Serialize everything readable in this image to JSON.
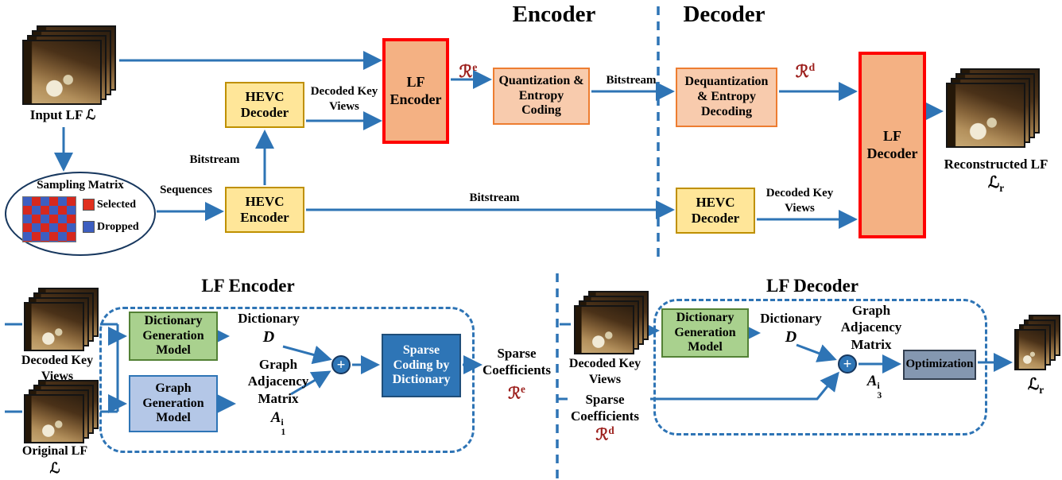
{
  "palette": {
    "arrow_blue": "#2E74B5",
    "hevc_box_fill": "#FFE699",
    "entropy_box_fill": "#F8CBAD",
    "lf_codec_fill": "#F4B183",
    "lf_codec_border": "#FE0000",
    "dictionary_model_fill": "#A9D18E",
    "graph_model_fill": "#B4C7E7",
    "sparse_coding_fill": "#2E75B6",
    "optimization_fill": "#8497B0",
    "selected_red": "#E0301E",
    "dropped_blue": "#3D5EC0"
  },
  "top": {
    "encoder_title": "Encoder",
    "decoder_title": "Decoder",
    "input_lf_label": "Input LF",
    "l_symbol": "ℒ",
    "sampling_matrix": {
      "title": "Sampling Matrix",
      "selected_label": "Selected",
      "dropped_label": "Dropped"
    },
    "sequences_label": "Sequences",
    "bitstream_up_label": "Bitstream",
    "hevc_decoder_label": "HEVC Decoder",
    "hevc_encoder_label": "HEVC Encoder",
    "decoded_key_views_label": "Decoded Key Views",
    "lf_encoder_label": "LF Encoder",
    "r_e": {
      "base": "ℛ",
      "sup": "e"
    },
    "quantization_label": "Quantization & Entropy Coding",
    "bitstream_mid_label": "Bitstream",
    "dequantization_label": "Dequantization & Entropy Decoding",
    "r_d": {
      "base": "ℛ",
      "sup": "d"
    },
    "lf_decoder_label": "LF Decoder",
    "bitstream_long_label": "Bitstream",
    "hevc_decoder2_label": "HEVC Decoder",
    "decoded_key_views2_label": "Decoded Key Views",
    "reconstructed_lf_label": "Reconstructed LF",
    "l_r": {
      "base": "ℒ",
      "sub": "r"
    }
  },
  "bottom_encoder": {
    "title": "LF Encoder",
    "decoded_key_views_label": "Decoded Key Views",
    "original_lf_label": "Original LF",
    "l_script": "ℒ",
    "dictionary_model_label": "Dictionary Generation Model",
    "graph_model_label": "Graph Generation Model",
    "dictionary_label": "Dictionary",
    "dictionary_symbol": "D",
    "adjacency_label": "Graph Adjacency Matrix",
    "a1": {
      "base": "A",
      "sup": "i",
      "sub": "1"
    },
    "plus": "+",
    "sparse_coding_label": "Sparse Coding by Dictionary",
    "sparse_coefficients_label": "Sparse Coefficients",
    "r_e": {
      "base": "ℛ",
      "sup": "e"
    }
  },
  "bottom_decoder": {
    "title": "LF Decoder",
    "decoded_key_views_label": "Decoded Key Views",
    "dictionary_model_label": "Dictionary Generation Model",
    "dictionary_label": "Dictionary",
    "dictionary_symbol": "D",
    "adjacency_label": "Graph Adjacency Matrix",
    "a3": {
      "base": "A",
      "sup": "i",
      "sub": "3"
    },
    "plus": "+",
    "sparse_coefficients_label": "Sparse Coefficients",
    "r_d": {
      "base": "ℛ",
      "sup": "d"
    },
    "optimization_label": "Optimization",
    "l_r": {
      "base": "ℒ",
      "sub": "r"
    }
  }
}
